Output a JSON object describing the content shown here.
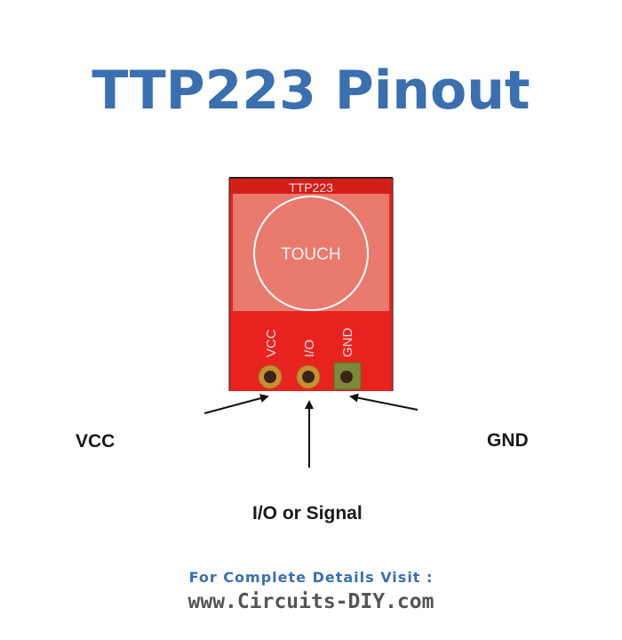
{
  "title": "TTP223 Pinout",
  "board": {
    "name": "TTP223",
    "pad_label": "TOUCH",
    "pins": [
      "VCC",
      "I/O",
      "GND"
    ],
    "colors": {
      "pcb": "#e8221e",
      "pad_area": "#e97b6e",
      "header": "#b3180f",
      "via_ring": "#c89030",
      "via_hole": "#3a2418",
      "gnd_pad": "#7a8a3a"
    }
  },
  "labels": {
    "vcc": "VCC",
    "io": "I/O or Signal",
    "gnd": "GND"
  },
  "footer": {
    "line1": "For Complete Details Visit :",
    "line2": "www.Circuits-DIY.com"
  },
  "colors": {
    "title": "#3a6fb0",
    "footer_line1": "#3a6fb0",
    "footer_line2": "#555555"
  }
}
